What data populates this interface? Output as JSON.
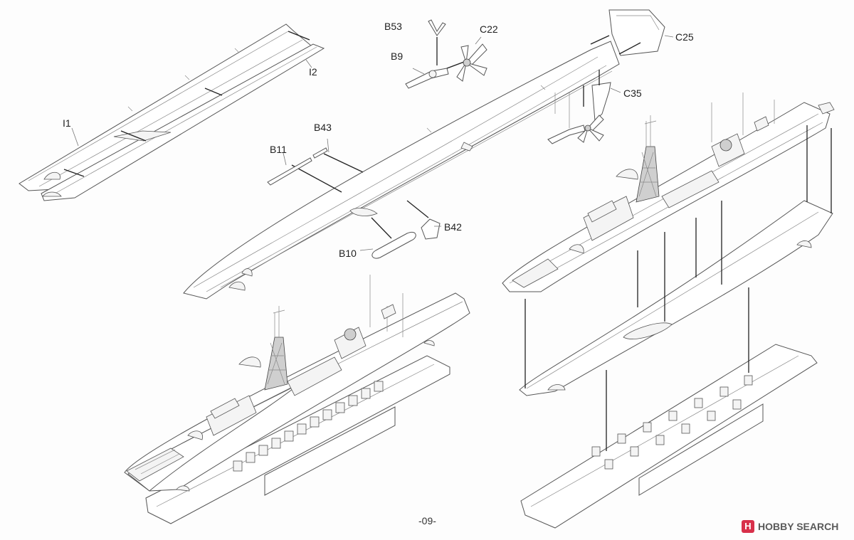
{
  "page_number": "-09-",
  "watermark": {
    "logo_text": "H",
    "brand_a": "HOBBY",
    "brand_b": " SEARCH"
  },
  "callouts": {
    "i1": "I1",
    "i2": "I2",
    "b53": "B53",
    "c22": "C22",
    "b9": "B9",
    "c25": "C25",
    "c35": "C35",
    "b43": "B43",
    "b11": "B11",
    "b42": "B42",
    "b10": "B10"
  }
}
